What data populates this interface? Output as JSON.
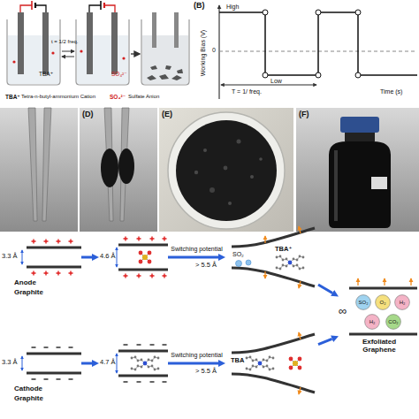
{
  "diagram": {
    "nodes": [
      {
        "text": [
          "3.3 Å",
          "Anode",
          "Graphite"
        ]
      },
      {
        "text": [
          "4.6 Å"
        ]
      },
      {
        "text": [
          "> 5.5 Å",
          "SO₂",
          "TBA⁺"
        ]
      },
      {
        "text": [
          "∞",
          "Exfoliated Graphene"
        ]
      },
      {
        "text": [
          "SO₂"
        ],
        "in": 3
      },
      {
        "text": [
          "O₂"
        ],
        "in": 3
      },
      {
        "text": [
          "H₂"
        ],
        "in": 3
      },
      {
        "text": [
          "H₂"
        ],
        "in": 3
      },
      {
        "text": [
          "CO₂"
        ],
        "in": 3
      },
      {
        "text": [
          "3.3 Å",
          "Cathode",
          "Graphite"
        ]
      },
      {
        "text": [
          "4.7 Å"
        ]
      },
      {
        "text": [
          "> 5.5 Å",
          "TBA"
        ]
      }
    ],
    "edges": [
      {
        "from": 0,
        "to": 1,
        "arrow": "to"
      },
      {
        "from": 1,
        "to": 2,
        "label": "Switching potential",
        "arrow": "to"
      },
      {
        "from": 2,
        "to": 3,
        "arrow": "to"
      },
      {
        "from": 9,
        "to": 10,
        "arrow": "to"
      },
      {
        "from": 10,
        "to": 11,
        "label": "Switching potential",
        "arrow": "to"
      },
      {
        "from": 11,
        "to": 3,
        "arrow": "to"
      }
    ],
    "labels": [
      "TBA⁺",
      "SO₄²⁻",
      "t = 1/2 freq.",
      "TBA⁺",
      "Tetra-n-butyl-ammonium Cation",
      "SO₄²⁻",
      "Sulfate Anion",
      "(B)",
      "High",
      "0",
      "Low",
      "Working Bias (V)",
      "T = 1/ freq.",
      "Time (s)",
      "(D)",
      "(E)",
      "(F)"
    ]
  }
}
